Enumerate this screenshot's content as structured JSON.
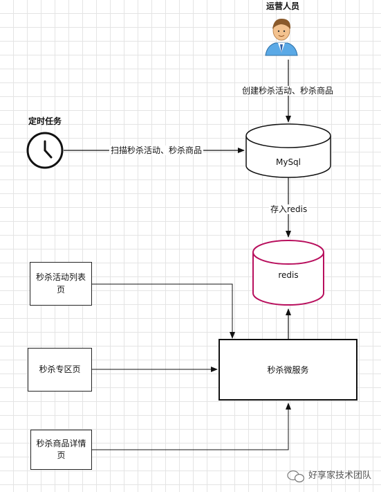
{
  "actors": {
    "operator": "运营人员",
    "scheduler": "定时任务"
  },
  "edges": {
    "create": "创建秒杀活动、秒杀商品",
    "scan": "扫描秒杀活动、秒杀商品",
    "store": "存入redis"
  },
  "stores": {
    "mysql": "MySql",
    "redis": "redis"
  },
  "pages": {
    "activity_list": "秒杀活动列表页",
    "zone": "秒杀专区页",
    "detail": "秒杀商品详情页"
  },
  "service": "秒杀微服务",
  "watermark": "好享家技术团队",
  "colors": {
    "redis": "#b80f5d",
    "line": "#111111"
  }
}
